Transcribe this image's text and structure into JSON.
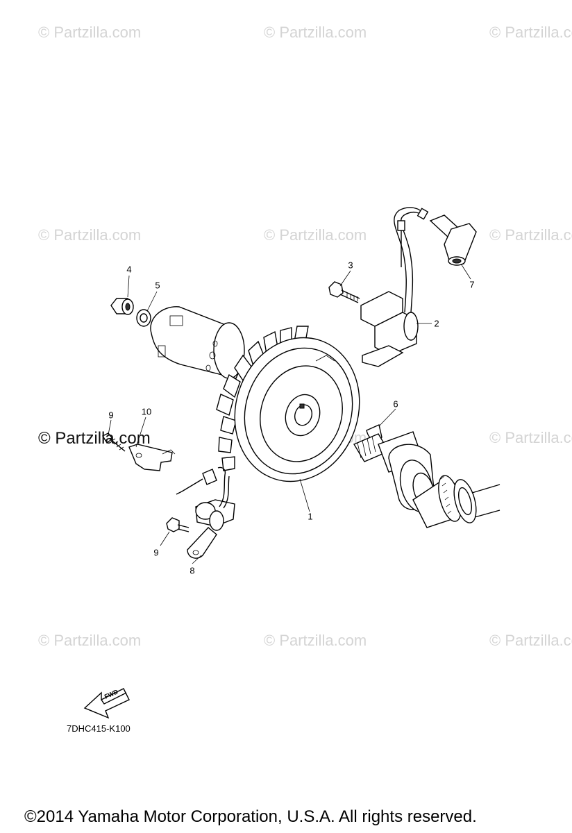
{
  "watermark": "© Partzilla.com",
  "diagram_code": "7DHC415-K100",
  "fwd_label": "FWD",
  "copyright": "©2014  Yamaha Motor Corporation, U.S.A. All rights reserved.",
  "callouts": {
    "c1": "1",
    "c2": "2",
    "c3": "3",
    "c4": "4",
    "c5": "5",
    "c6": "6",
    "c7": "7",
    "c8": "8",
    "c9a": "9",
    "c9b": "9",
    "c10": "10"
  }
}
